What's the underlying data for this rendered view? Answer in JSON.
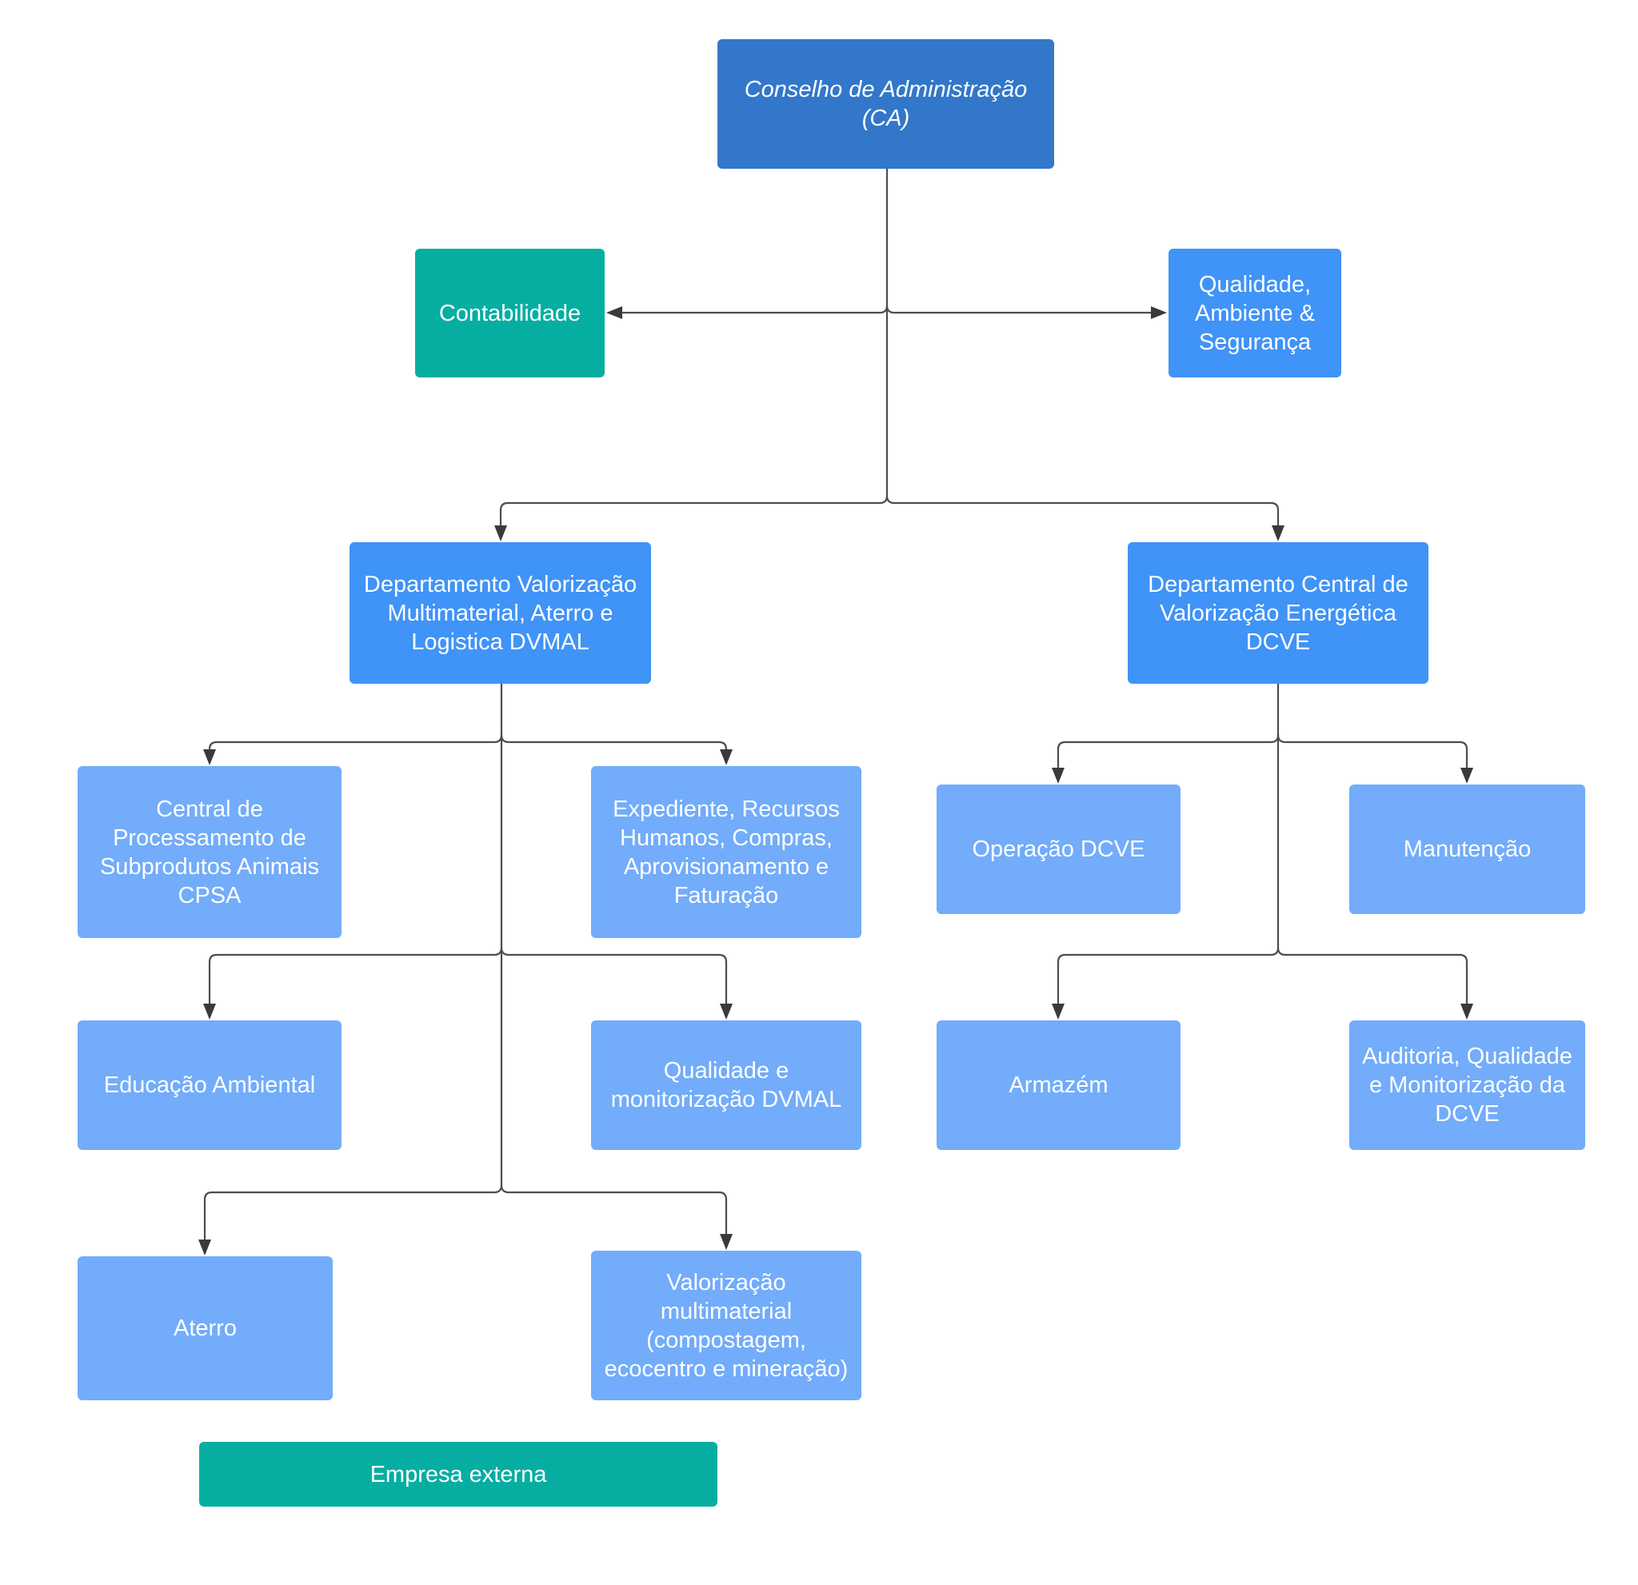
{
  "colors": {
    "top": "#3277c9",
    "department": "#4093f7",
    "unit": "#72acfa",
    "support": "#06aea2",
    "connector": "#4d4d4d"
  },
  "nodes": {
    "ca": "Conselho de Administração\n(CA)",
    "contabilidade": "Contabilidade",
    "qas": "Qualidade,\nAmbiente &\nSegurança",
    "dvmal": "Departamento Valorização\nMultimaterial, Aterro e\nLogistica  DVMAL",
    "dcve": "Departamento Central de\nValorização Energética\nDCVE",
    "cpsa": "Central de\nProcessamento de\nSubprodutos Animais\nCPSA",
    "expediente": "Expediente, Recursos\nHumanos, Compras,\nAprovisionamento e\nFaturação",
    "educacao": "Educação Ambiental",
    "qualidade_dvmal": "Qualidade e\nmonitorização DVMAL",
    "aterro": "Aterro",
    "valorizacao": "Valorização\nmultimaterial\n(compostagem,\necocentro e mineração)",
    "empresa": "Empresa externa",
    "operacao": "Operação DCVE",
    "manutencao": "Manutenção",
    "armazem": "Armazém",
    "auditoria": "Auditoria, Qualidade\ne Monitorização da\nDCVE"
  }
}
